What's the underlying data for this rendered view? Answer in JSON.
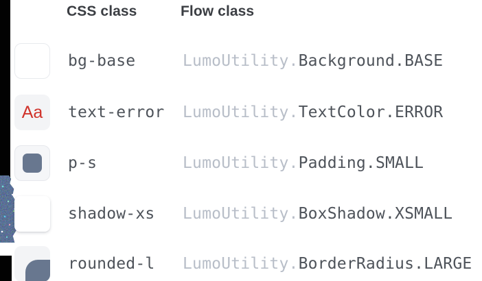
{
  "colors": {
    "error_red": "#d0322a",
    "swatch_blue": "#68778f",
    "flow_prefix_gray": "#b8bec8",
    "code_text_gray": "#4e535a",
    "header_text": "#3b3e43",
    "swatch_gray_bg": "#f3f4f6"
  },
  "table": {
    "headers": {
      "css": "CSS class",
      "flow": "Flow class"
    },
    "rows": [
      {
        "css_class": "bg-base",
        "flow_prefix": "LumoUtility.",
        "flow_suffix": "Background.BASE"
      },
      {
        "css_class": "text-error",
        "flow_prefix": "LumoUtility.",
        "flow_suffix": "TextColor.ERROR",
        "swatch_label": "Aa"
      },
      {
        "css_class": "p-s",
        "flow_prefix": "LumoUtility.",
        "flow_suffix": "Padding.SMALL"
      },
      {
        "css_class": "shadow-xs",
        "flow_prefix": "LumoUtility.",
        "flow_suffix": "BoxShadow.XSMALL"
      },
      {
        "css_class": "rounded-l",
        "flow_prefix": "LumoUtility.",
        "flow_suffix": "BorderRadius.LARGE"
      }
    ]
  }
}
